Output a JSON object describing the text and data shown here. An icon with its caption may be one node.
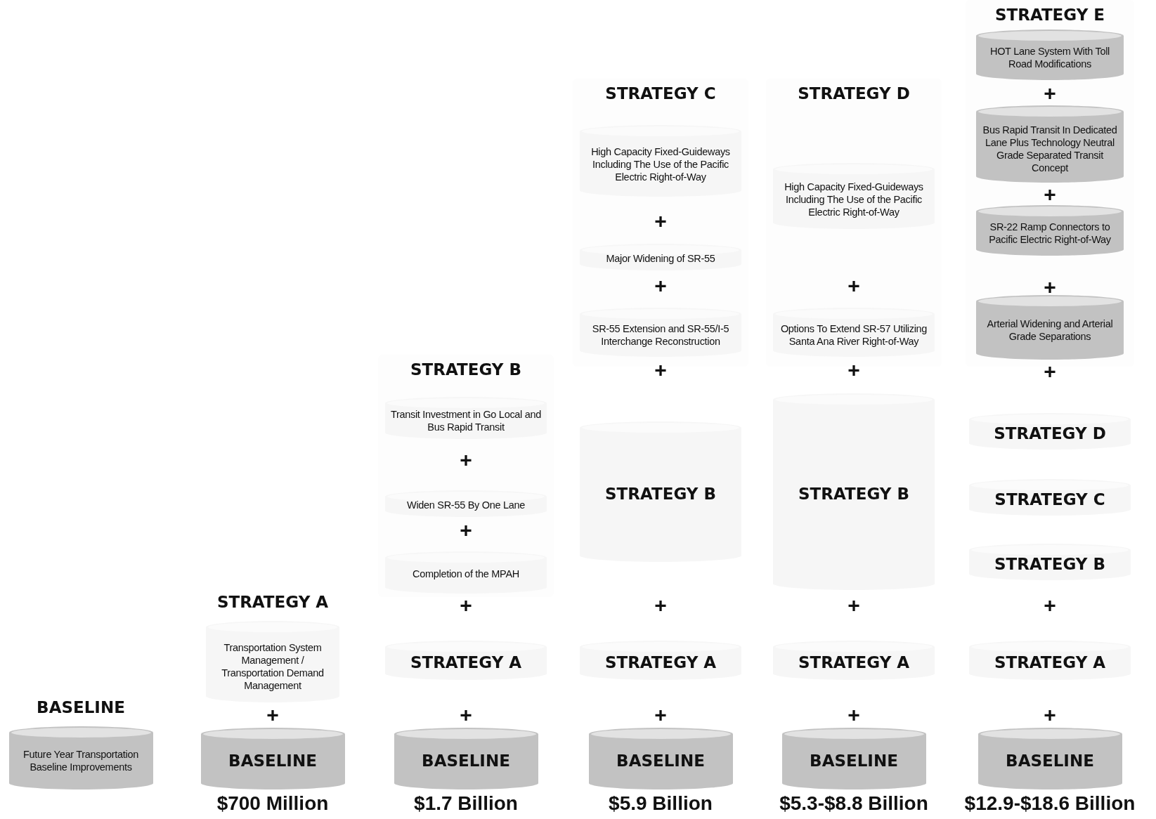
{
  "diagram": {
    "nodes": [
      {
        "text": [
          "BASELINE",
          "Future Year Transportation Baseline Improvements"
        ]
      },
      {
        "text": [
          "STRATEGY A",
          "Transportation System Management / Transportation Demand Management"
        ]
      },
      {
        "text": [
          "BASELINE"
        ],
        "beside": [
          "$700 Million"
        ]
      },
      {
        "text": [
          "STRATEGY B"
        ]
      },
      {
        "text": [
          "Transit Investment in Go Local and Bus Rapid Transit"
        ],
        "in": 3
      },
      {
        "text": [
          "Widen SR-55 By One Lane"
        ],
        "in": 3
      },
      {
        "text": [
          "Completion of the MPAH"
        ],
        "in": 3
      },
      {
        "text": [
          "STRATEGY A"
        ]
      },
      {
        "text": [
          "BASELINE"
        ],
        "beside": [
          "$1.7 Billion"
        ]
      },
      {
        "text": [
          "STRATEGY C"
        ]
      },
      {
        "text": [
          "High Capacity Fixed-Guideways Including The Use of the Pacific Electric Right-of-Way"
        ],
        "in": 9
      },
      {
        "text": [
          "Major Widening of SR-55"
        ],
        "in": 9
      },
      {
        "text": [
          "SR-55 Extension and SR-55/I-5 Interchange Reconstruction"
        ],
        "in": 9
      },
      {
        "text": [
          "STRATEGY B"
        ]
      },
      {
        "text": [
          "STRATEGY A"
        ]
      },
      {
        "text": [
          "BASELINE"
        ],
        "beside": [
          "$5.9 Billion"
        ]
      },
      {
        "text": [
          "STRATEGY D"
        ]
      },
      {
        "text": [
          "High Capacity Fixed-Guideways Including The Use of the Pacific Electric Right-of-Way"
        ],
        "in": 16
      },
      {
        "text": [
          "Options To Extend SR-57 Utilizing Santa Ana River Right-of-Way"
        ],
        "in": 16
      },
      {
        "text": [
          "STRATEGY B"
        ]
      },
      {
        "text": [
          "STRATEGY A"
        ]
      },
      {
        "text": [
          "BASELINE"
        ],
        "beside": [
          "$5.3-$8.8 Billion"
        ]
      },
      {
        "text": [
          "STRATEGY E"
        ]
      },
      {
        "text": [
          "HOT Lane System With Toll Road Modifications"
        ],
        "in": 22
      },
      {
        "text": [
          "Bus Rapid Transit In Dedicated Lane Plus Technology Neutral Grade Separated Transit Concept"
        ],
        "in": 22
      },
      {
        "text": [
          "SR-22 Ramp Connectors to Pacific Electric Right-of-Way"
        ],
        "in": 22
      },
      {
        "text": [
          "Arterial Widening and Arterial Grade Separations"
        ],
        "in": 22
      },
      {
        "text": [
          "STRATEGY D"
        ]
      },
      {
        "text": [
          "STRATEGY C"
        ]
      },
      {
        "text": [
          "STRATEGY B"
        ]
      },
      {
        "text": [
          "STRATEGY A"
        ]
      },
      {
        "text": [
          "BASELINE"
        ],
        "beside": [
          "$12.9-$18.6 Billion"
        ]
      }
    ],
    "labels": [
      "+",
      "+",
      "+",
      "+",
      "+",
      "+",
      "+",
      "+",
      "+",
      "+",
      "+",
      "+",
      "+",
      "+",
      "+",
      "+",
      "+",
      "+",
      "+",
      "+"
    ]
  }
}
